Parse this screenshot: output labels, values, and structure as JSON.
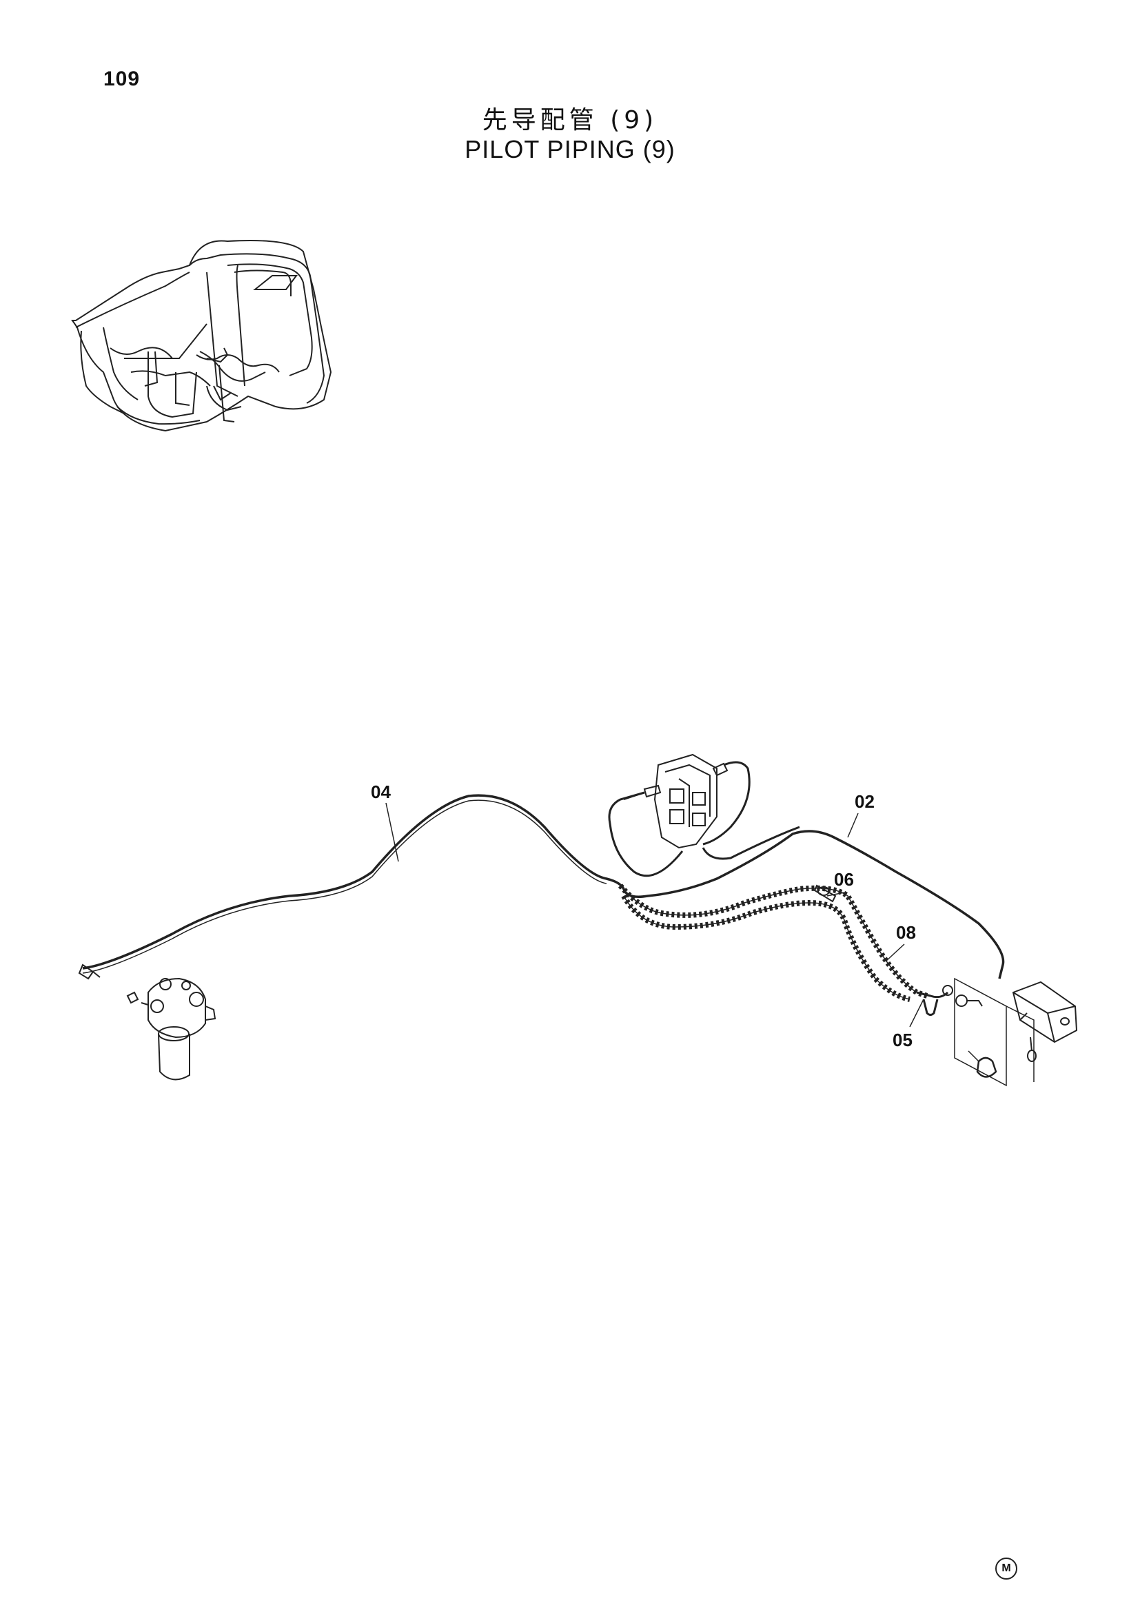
{
  "page": {
    "number": "109",
    "title_cn": "先导配管 (9)",
    "title_en": "PILOT PIPING (9)",
    "mark": "M"
  },
  "callouts": [
    {
      "id": "c04",
      "label": "04"
    },
    {
      "id": "c02",
      "label": "02"
    },
    {
      "id": "c06",
      "label": "06"
    },
    {
      "id": "c08",
      "label": "08"
    },
    {
      "id": "c05",
      "label": "05"
    }
  ]
}
